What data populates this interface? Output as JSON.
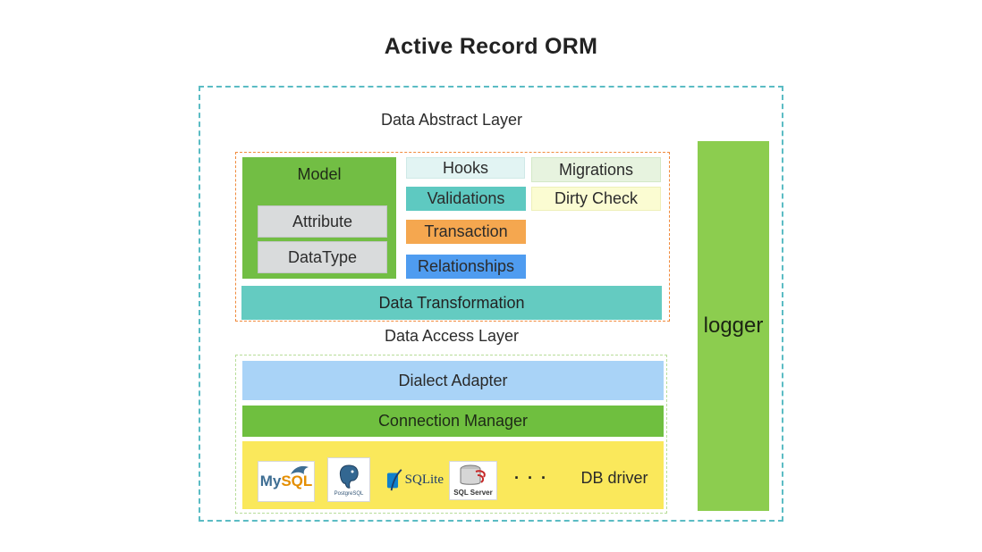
{
  "title": "Active Record ORM",
  "layers": {
    "abstract": "Data Abstract Layer",
    "access": "Data Access Layer"
  },
  "model": {
    "label": "Model",
    "attribute": "Attribute",
    "datatype": "DataType"
  },
  "features": {
    "hooks": "Hooks",
    "validations": "Validations",
    "transaction": "Transaction",
    "relationships": "Relationships",
    "migrations": "Migrations",
    "dirty_check": "Dirty Check"
  },
  "data_transformation": "Data Transformation",
  "dialect_adapter": "Dialect Adapter",
  "connection_manager": "Connection Manager",
  "drivers": {
    "mysql_my": "My",
    "mysql_sql": "SQL",
    "postgres": "PostgreSQL",
    "sqlite": "SQLite",
    "sqlserver": "SQL Server",
    "more": "· · ·",
    "label": "DB driver"
  },
  "logger": "logger",
  "colors": {
    "frame": "#5bbcc4",
    "abstract_frame": "#f08a3c",
    "model": "#72be44",
    "validations": "#5ec9c1",
    "transaction": "#f5a74f",
    "relationships": "#4f9cf0",
    "dialect": "#a9d3f7",
    "connection": "#6fbf3f",
    "driver": "#fae85b",
    "logger": "#8ccd4f"
  },
  "icons": [
    "mysql-logo-icon",
    "postgresql-elephant-icon",
    "sqlite-feather-icon",
    "sql-server-icon"
  ]
}
